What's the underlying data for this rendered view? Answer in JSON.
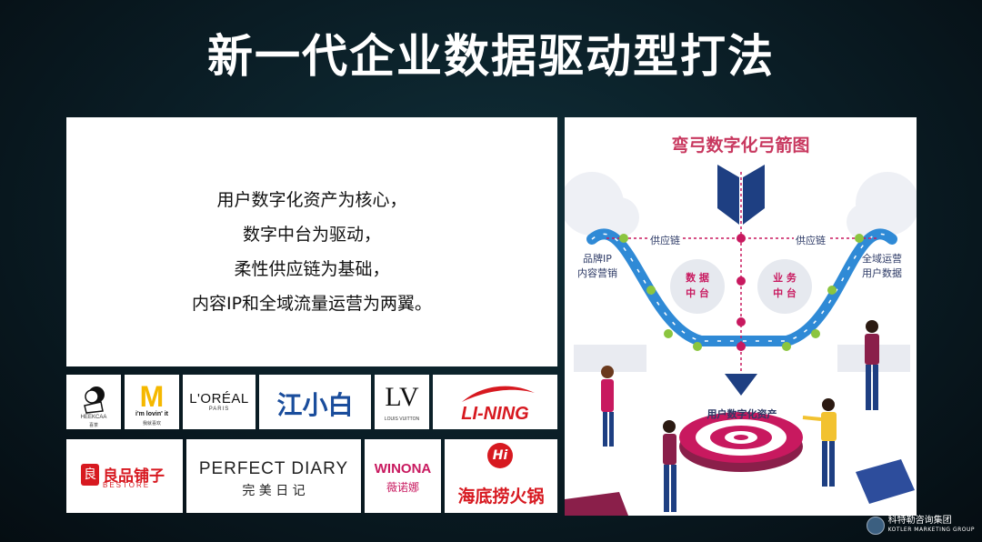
{
  "title": "新一代企业数据驱动型打法",
  "core_text": [
    "用户数字化资产为核心，",
    "数字中台为驱动，",
    "柔性供应链为基础，",
    "内容IP和全域流量运营为两翼。"
  ],
  "logos": {
    "heekcaa": {
      "name": "HEEKCAA",
      "sub": "喜茶"
    },
    "mcdonalds": {
      "mark": "M",
      "tagline": "i'm lovin' it",
      "sub": "我就喜欢"
    },
    "loreal": {
      "name": "L'ORÉAL",
      "sub": "PARIS"
    },
    "jiangxiaobai": {
      "name": "江小白"
    },
    "lv": {
      "mark": "LV",
      "sub": "LOUIS VUITTON"
    },
    "lining": {
      "name": "LI-NING"
    },
    "liangpin": {
      "name": "良品铺子",
      "sub": "BESTORE"
    },
    "perfectdiary": {
      "name": "PERFECT DIARY",
      "sub": "完 美 日 记"
    },
    "winona": {
      "name": "WINONA",
      "sub": "薇诺娜"
    },
    "haidilao": {
      "mark": "Hi",
      "name": "海底捞火锅"
    }
  },
  "diagram": {
    "title": "弯弓数字化弓箭图",
    "supply_left": "供应链",
    "supply_right": "供应链",
    "left_label": [
      "品牌IP",
      "内容营销"
    ],
    "right_label": [
      "全域运营",
      "用户数据"
    ],
    "data_hub": [
      "数 据",
      "中 台"
    ],
    "biz_hub": [
      "业 务",
      "中 台"
    ],
    "target_label": "用户数字化资产",
    "colors": {
      "title": "#c8385f",
      "arrow": "#1e3f82",
      "bow": "#2f8ad6",
      "node": "#8bc53f",
      "magenta": "#c8195f"
    }
  },
  "brand": {
    "cn": "科特勒咨询集团",
    "en": "KOTLER MARKETING GROUP"
  }
}
